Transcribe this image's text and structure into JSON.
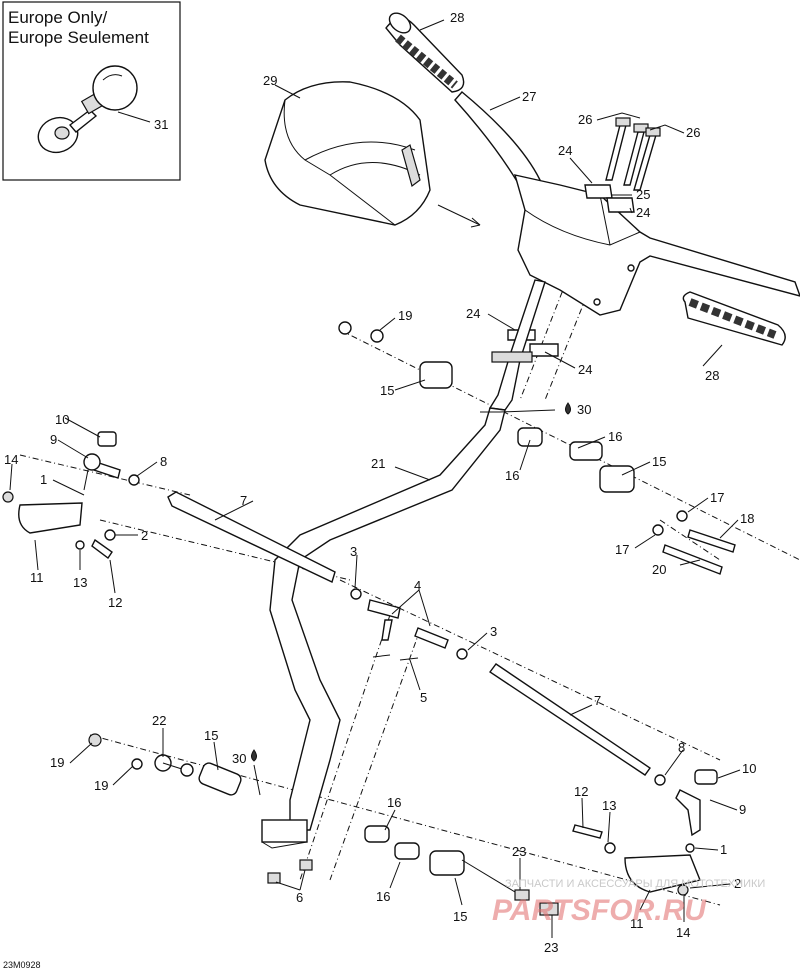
{
  "inset": {
    "title_line1": "Europe Only/",
    "title_line2": "Europe Seulement"
  },
  "callouts": {
    "n1": "1",
    "n2": "2",
    "n3": "3",
    "n4": "4",
    "n5": "5",
    "n6": "6",
    "n7": "7",
    "n8": "8",
    "n9": "9",
    "n10": "10",
    "n11": "11",
    "n12": "12",
    "n13": "13",
    "n14": "14",
    "n15": "15",
    "n16": "16",
    "n17": "17",
    "n18": "18",
    "n19": "19",
    "n20": "20",
    "n21": "21",
    "n22": "22",
    "n23": "23",
    "n24": "24",
    "n25": "25",
    "n26": "26",
    "n27": "27",
    "n28": "28",
    "n29": "29",
    "n30": "30",
    "n31": "31"
  },
  "footer": {
    "code": "23M0928"
  },
  "watermark": {
    "line1": "ЗАПЧАСТИ И АКСЕССУАРЫ ДЛЯ МОТОТЕХНИКИ",
    "line2": "PARTSFOR.RU"
  },
  "colors": {
    "ink": "#111111",
    "watermark_red": "#e06a6a",
    "watermark_grey": "#c9c9c9"
  },
  "icons": {
    "lubricant": "oil-drop-icon"
  }
}
